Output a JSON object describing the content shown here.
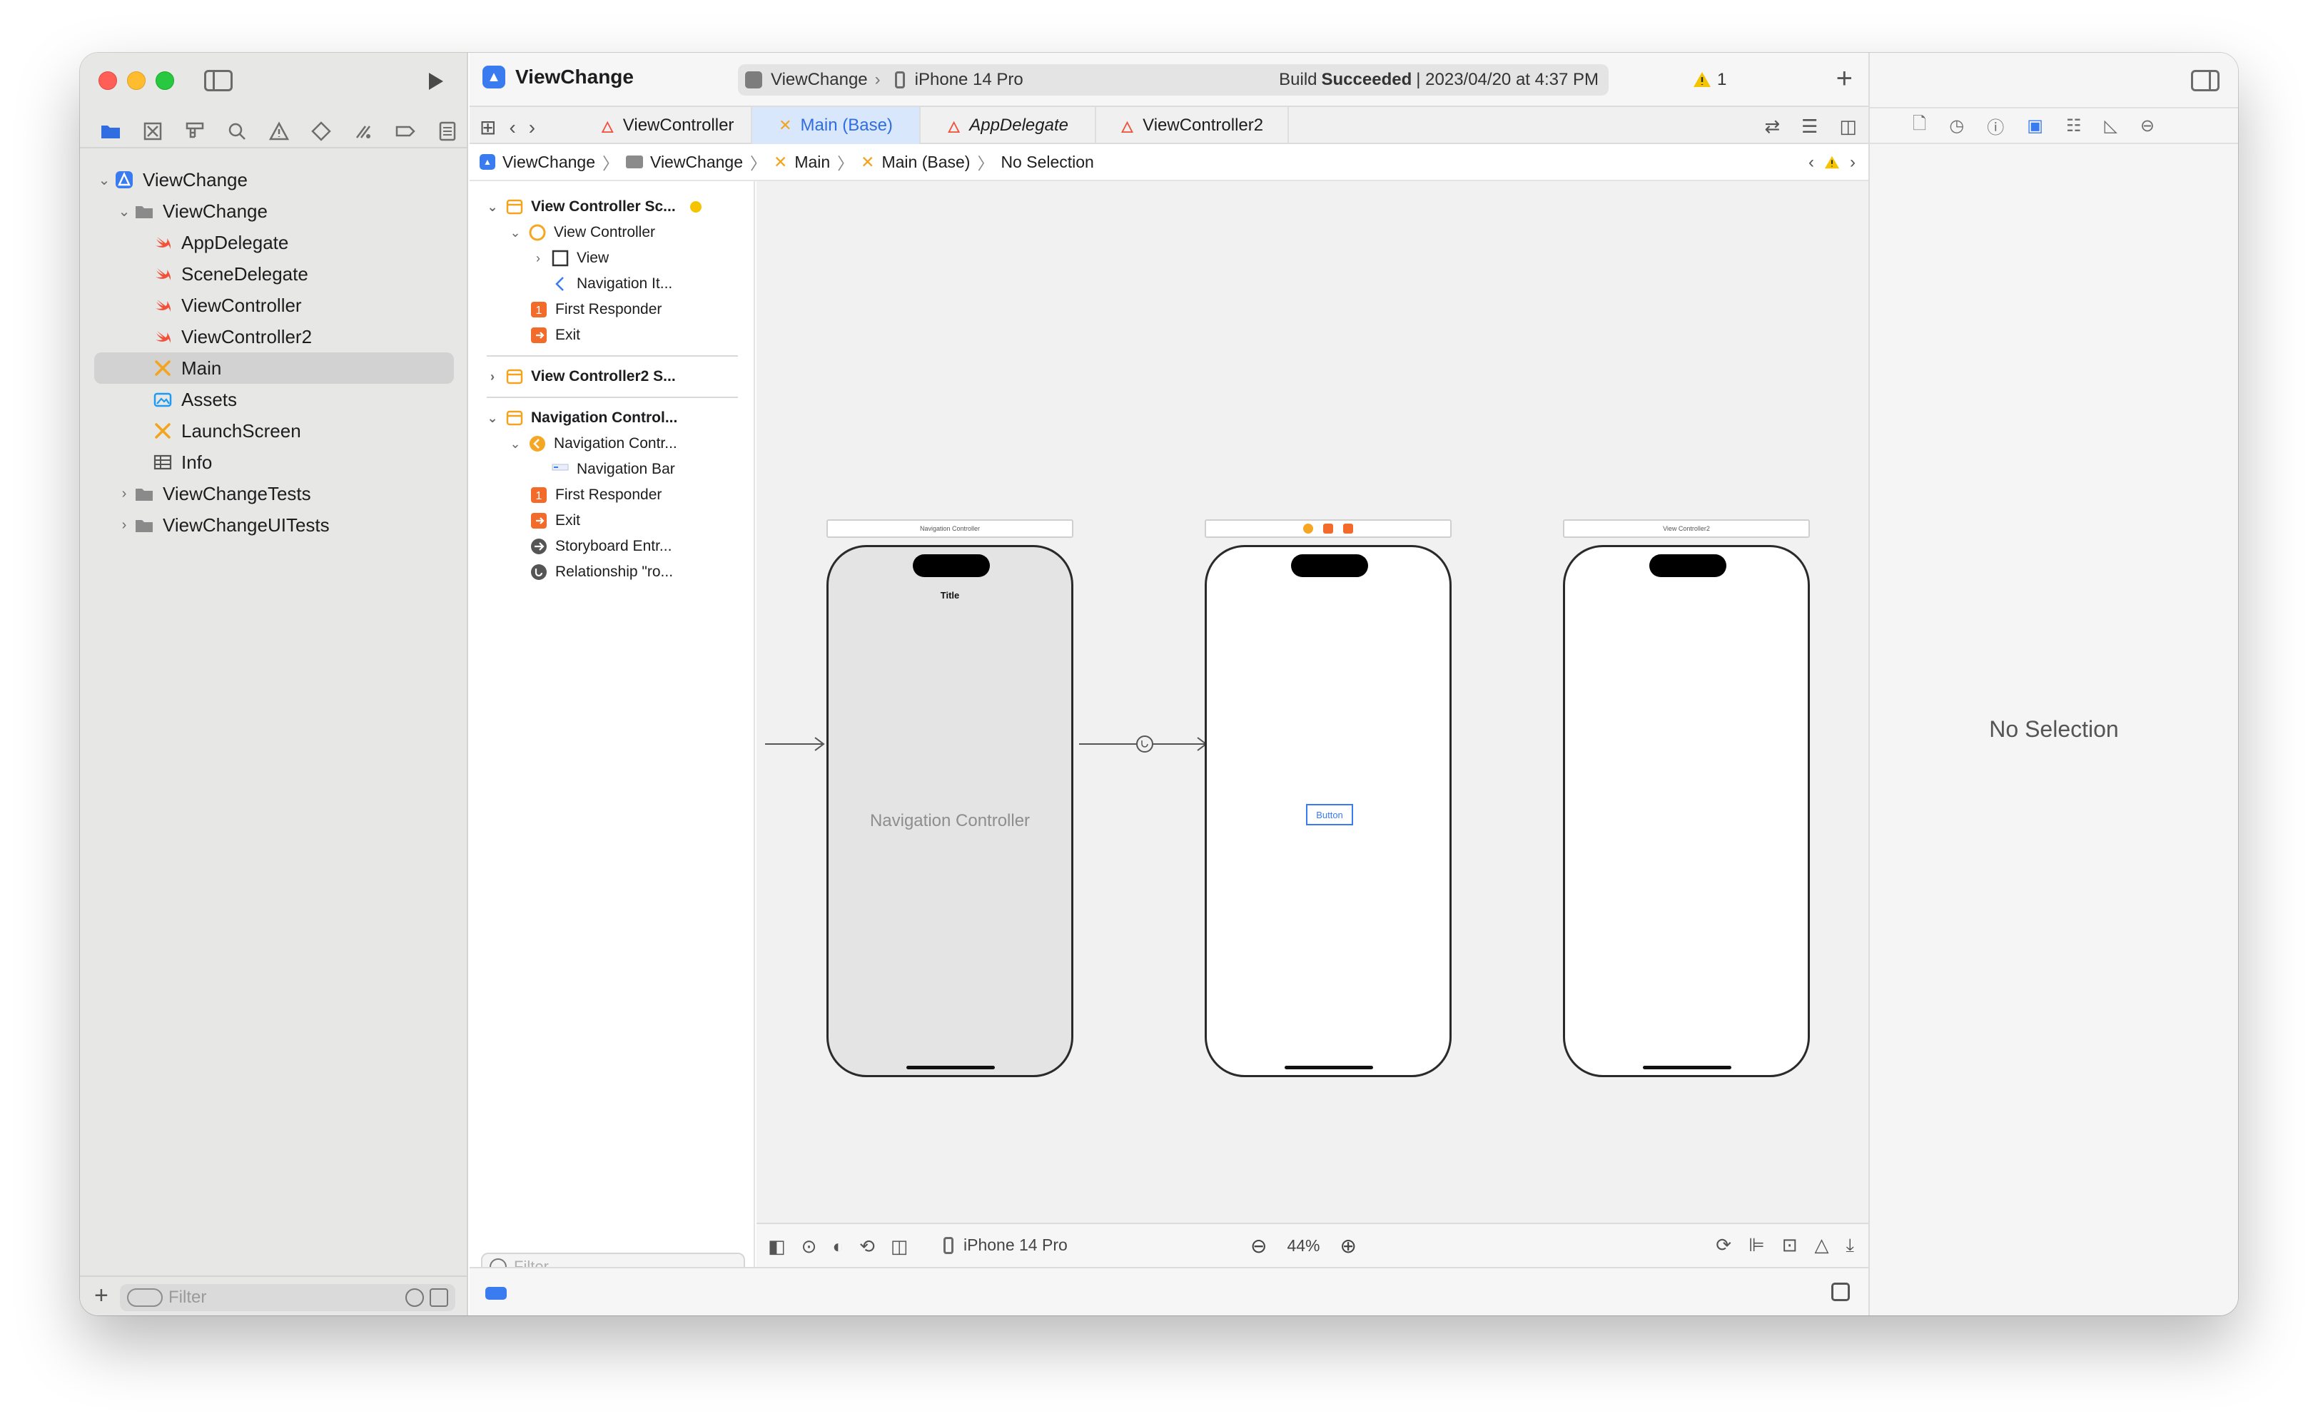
{
  "window": {
    "project_title": "ViewChange"
  },
  "toolbar": {
    "scheme_target": "ViewChange",
    "scheme_device": "iPhone 14 Pro",
    "build_prefix": "Build",
    "build_status": "Succeeded",
    "build_timestamp": "| 2023/04/20 at 4:37 PM",
    "warning_count": "1"
  },
  "navigator": {
    "tabs": [
      "folder-icon",
      "source-control-icon",
      "hierarchy-icon",
      "search-icon",
      "warning-icon",
      "test-icon",
      "debug-icon",
      "breakpoint-icon",
      "report-icon"
    ],
    "tree": [
      {
        "label": "ViewChange",
        "kind": "project",
        "depth": 0,
        "expanded": true
      },
      {
        "label": "ViewChange",
        "kind": "folder",
        "depth": 1,
        "expanded": true
      },
      {
        "label": "AppDelegate",
        "kind": "swift",
        "depth": 2
      },
      {
        "label": "SceneDelegate",
        "kind": "swift",
        "depth": 2
      },
      {
        "label": "ViewController",
        "kind": "swift",
        "depth": 2
      },
      {
        "label": "ViewController2",
        "kind": "swift",
        "depth": 2
      },
      {
        "label": "Main",
        "kind": "storyboard",
        "depth": 2,
        "selected": true
      },
      {
        "label": "Assets",
        "kind": "assets",
        "depth": 2
      },
      {
        "label": "LaunchScreen",
        "kind": "storyboard",
        "depth": 2
      },
      {
        "label": "Info",
        "kind": "plist",
        "depth": 2
      },
      {
        "label": "ViewChangeTests",
        "kind": "folder",
        "depth": 1,
        "expanded": false
      },
      {
        "label": "ViewChangeUITests",
        "kind": "folder",
        "depth": 1,
        "expanded": false
      }
    ],
    "filter_placeholder": "Filter"
  },
  "tabs": [
    {
      "label": "ViewController",
      "kind": "swift",
      "active": false,
      "italic": false
    },
    {
      "label": "Main (Base)",
      "kind": "storyboard",
      "active": true,
      "italic": false
    },
    {
      "label": "AppDelegate",
      "kind": "swift",
      "active": false,
      "italic": true
    },
    {
      "label": "ViewController2",
      "kind": "swift",
      "active": false,
      "italic": false
    }
  ],
  "jumpbar": {
    "project": "ViewChange",
    "group": "ViewChange",
    "file": "Main",
    "localization": "Main (Base)",
    "selection": "No Selection"
  },
  "outline": {
    "scene1": "View Controller Sc...",
    "view_controller": "View Controller",
    "view": "View",
    "navigation_item": "Navigation It...",
    "first_responder_1": "First Responder",
    "exit_1": "Exit",
    "scene2": "View Controller2 S...",
    "scene3": "Navigation Control...",
    "navigation_controller": "Navigation Contr...",
    "navigation_bar": "Navigation Bar",
    "first_responder_3": "First Responder",
    "exit_3": "Exit",
    "storyboard_entry": "Storyboard Entr...",
    "relationship": "Relationship \"ro...",
    "filter_placeholder": "Filter"
  },
  "canvas": {
    "nav_scene_bar": "Navigation Controller",
    "vc2_scene_bar": "View Controller2",
    "nav_title": "Title",
    "nav_center_label": "Navigation Controller",
    "button_label": "Button"
  },
  "canvas_bottom": {
    "device": "iPhone 14 Pro",
    "zoom": "44%"
  },
  "inspector": {
    "tabs": [
      "file-icon",
      "history-icon",
      "help-icon",
      "identity-icon",
      "attributes-icon",
      "size-icon",
      "connections-icon"
    ],
    "empty_state": "No Selection"
  },
  "colors": {
    "accent": "#3a7cf0",
    "swift_orange": "#f05138",
    "storyboard_yellow": "#f4a41c",
    "warning_yellow": "#f5c400"
  }
}
